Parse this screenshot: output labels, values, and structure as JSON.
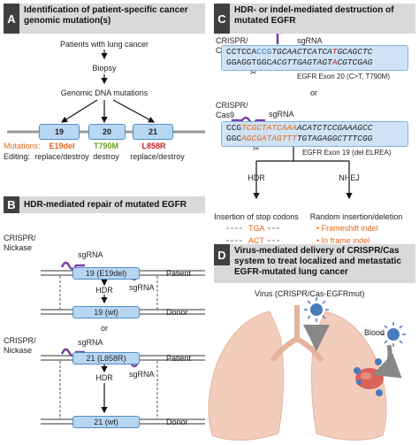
{
  "colors": {
    "accent_orange": "#e2661a",
    "accent_green": "#6aa31f",
    "accent_red": "#c8201f",
    "accent_blue": "#3b82c4",
    "sgrna": "#7b3fa0",
    "lung": "#f3cdbc",
    "virus": "#4a7bbd"
  },
  "panelA": {
    "letter": "A",
    "title": "Identification of patient-specific cancer genomic mutation(s)",
    "step1": "Patients with lung cancer",
    "step2": "Biopsy",
    "step3": "Genomic DNA mutations",
    "exons": [
      "19",
      "20",
      "21"
    ],
    "mutations_label": "Mutations:",
    "editing_label": "Editing:",
    "mutations": [
      "E19del",
      "T790M",
      "L858R"
    ],
    "edits": [
      "replace/destroy",
      "destroy",
      "replace/destroy"
    ]
  },
  "panelB": {
    "letter": "B",
    "title": "HDR-mediated repair of mutated EGFR",
    "crispr": "CRISPR/",
    "nickase": "Nickase",
    "sgrna": "sgRNA",
    "patient": "Patient",
    "donor": "Donor",
    "hdr": "HDR",
    "or": "or",
    "exon_top1": "19 (E19del)",
    "exon_bot1": "19 (wt)",
    "exon_top2": "21 (L858R)",
    "exon_bot2": "21 (wt)"
  },
  "panelC": {
    "letter": "C",
    "title": "HDR- or indel-mediated destruction of mutated EGFR",
    "crispr": "CRISPR/",
    "cas9": "Cas9",
    "sgrna": "sgRNA",
    "seq1_top": [
      "CCTCCA",
      "CCG",
      "TGCAACTCATCA",
      "T",
      "GCAGCTC"
    ],
    "seq1_bot": [
      "GGAGGTGGC",
      "ACGTTGAGTAGT",
      "A",
      "CGTCGAG"
    ],
    "seq1_label": "EGFR Exon 20 (C>T, T790M)",
    "or": "or",
    "seq2_top": [
      "CCG",
      "TCGCTATCAAA",
      "ACATCTCCGAAAGCC"
    ],
    "seq2_bot": [
      "GGC",
      "AGCGATAGTTT",
      "TGTAGAGGCTTTCGG"
    ],
    "seq2_label": "EGFR Exon 19 (del ELREA)",
    "hdr": "HDR",
    "nhej": "NHEJ",
    "hdr_outcome": "Insertion of stop codons",
    "nhej_outcome": "Random insertion/deletion",
    "codons": [
      "TGA",
      "ACT"
    ],
    "indels": [
      "• Frameshift indel",
      "• In frame indel"
    ]
  },
  "panelD": {
    "letter": "D",
    "title": "Virus-mediated delivery of CRISPR/Cas system to treat localized and metastatic EGFR-mutated lung cancer",
    "virus_label": "Virus (CRISPR/Cas-EGFRmut)",
    "blood_label": "Blood"
  }
}
